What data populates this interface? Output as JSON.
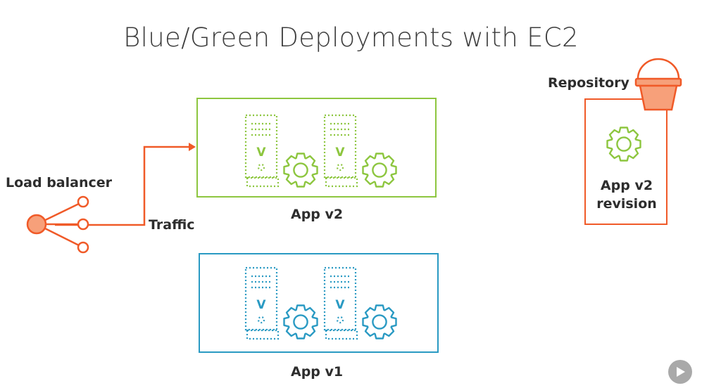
{
  "title": "Blue/Green Deployments with EC2",
  "load_balancer": {
    "label": "Load balancer"
  },
  "traffic": {
    "label": "Traffic"
  },
  "environments": [
    {
      "label": "App v2",
      "color": "#8dc63f",
      "server_letter": "V"
    },
    {
      "label": "App v1",
      "color": "#2a9ac3",
      "server_letter": "V"
    }
  ],
  "repository": {
    "label": "Repository",
    "revision_label": "App v2 revision",
    "color": "#f05a28"
  },
  "colors": {
    "accent_orange": "#f05a28",
    "green": "#8dc63f",
    "blue": "#2a9ac3",
    "text": "#2d2d2d"
  },
  "icons": [
    "server-icon",
    "gear-icon",
    "bucket-icon",
    "load-balancer-icon",
    "play-icon"
  ]
}
